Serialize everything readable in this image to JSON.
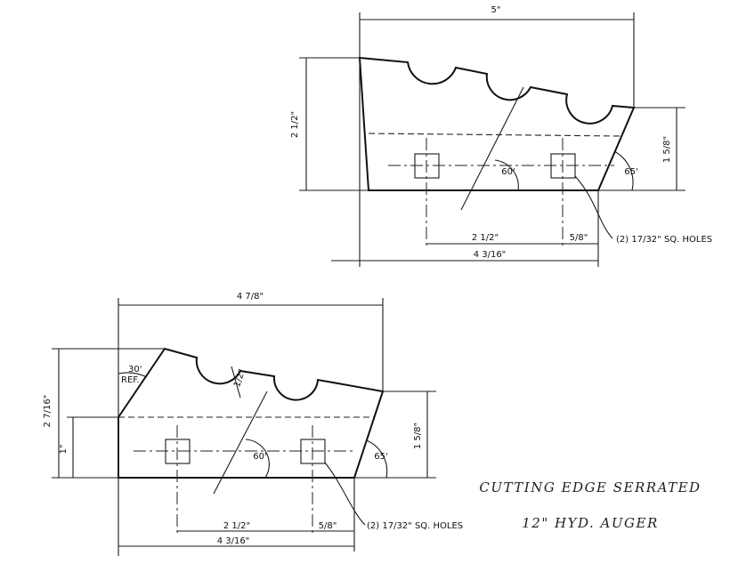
{
  "upper_part": {
    "overall_width": "5\"",
    "overall_height": "2 1/2\"",
    "right_height": "1 5/8\"",
    "hole_spacing": "2 1/2\"",
    "hole_offset": "5/8\"",
    "edge_to_hole": "4 3/16\"",
    "angle_left": "60'",
    "angle_right": "65'",
    "hole_note": "(2) 17/32\" SQ. HOLES"
  },
  "lower_part": {
    "overall_width": "4 7/8\"",
    "overall_height": "2 7/16\"",
    "left_height": "1\"",
    "right_height": "1 5/8\"",
    "notch_radius": "1/2\"",
    "ref_angle": "30'",
    "ref_label": "REF.",
    "hole_spacing": "2 1/2\"",
    "hole_offset": "5/8\"",
    "edge_to_hole": "4 3/16\"",
    "angle_left": "60'",
    "angle_right": "65'",
    "hole_note": "(2) 17/32\" SQ. HOLES"
  },
  "title_lines": [
    "CUTTING EDGE SERRATED",
    "12\" HYD. AUGER"
  ]
}
